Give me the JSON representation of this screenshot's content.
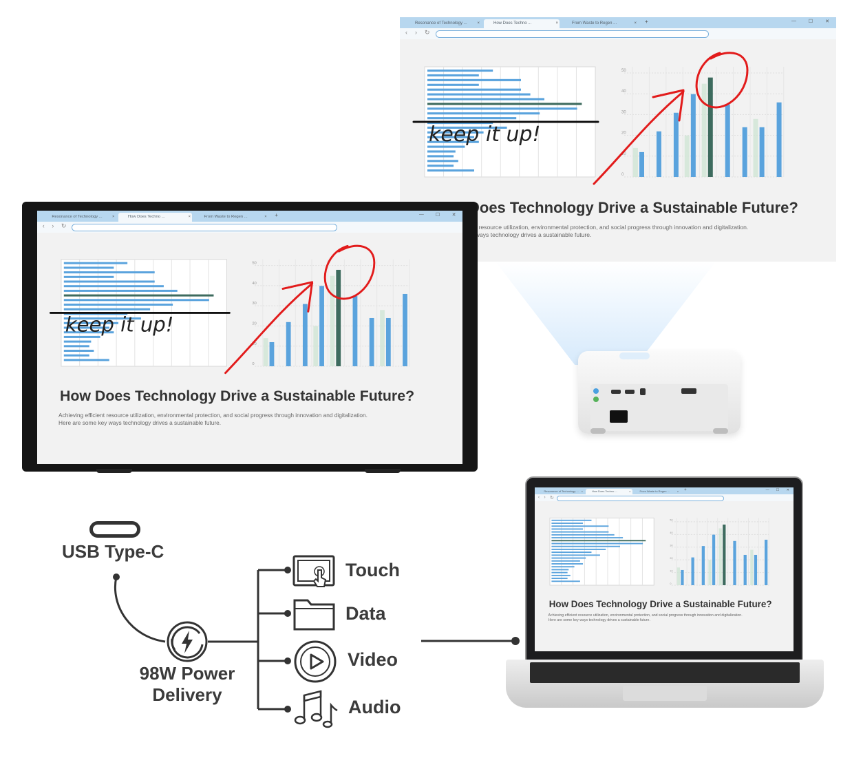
{
  "browser": {
    "tabs": [
      {
        "label": "Resonance of Technology ..."
      },
      {
        "label": "How Does Techno ..."
      },
      {
        "label": "From Waste to Regen ..."
      }
    ],
    "tab_close": "×",
    "tab_new": "+",
    "window_controls": [
      "—",
      "☐",
      "✕"
    ],
    "nav": [
      "‹",
      "›",
      "↻"
    ]
  },
  "page": {
    "annotation": "keep it up!",
    "heading": "How Does Technology Drive a Sustainable Future?",
    "body_lines": [
      "Achieving efficient resource utilization, environmental protection, and social progress through innovation and digitalization.",
      "Here are some key ways technology drives a sustainable future."
    ],
    "projected_heading_visible": "Does Technology Drive a Sustainable Future?",
    "projected_body_lines_visible": [
      "cient resource utilization, environmental protection, and social progress through innovation and digitalization.",
      "key ways technology drives a sustainable future."
    ]
  },
  "chart_data": [
    {
      "type": "bar",
      "orientation": "horizontal",
      "values": [
        70,
        55,
        100,
        55,
        100,
        110,
        125,
        165,
        160,
        120,
        95,
        70,
        85,
        60,
        50,
        55,
        40,
        30,
        28,
        33,
        28,
        50
      ],
      "highlighted_index": 7,
      "colors": {
        "bar": "#5aa3dd",
        "highlight": "#3d6b5e"
      }
    },
    {
      "type": "bar",
      "orientation": "vertical",
      "y_ticks": [
        "0",
        "10",
        "20",
        "30",
        "40",
        "50"
      ],
      "ylim": [
        0,
        50
      ],
      "values": [
        12,
        22,
        31,
        40,
        48,
        35,
        24,
        24,
        36
      ],
      "ghost_values": [
        14,
        null,
        null,
        20,
        45,
        null,
        null,
        28,
        null
      ],
      "highlighted_index": 4,
      "colors": {
        "bar": "#5aa3dd",
        "highlight": "#3d6b5e",
        "ghost": "#cfe5d5"
      }
    }
  ],
  "features": {
    "connector": "USB Type-C",
    "power_lines": [
      "98W Power",
      "Delivery"
    ],
    "items": [
      {
        "label": "Touch",
        "icon": "touch-screen-icon"
      },
      {
        "label": "Data",
        "icon": "folder-icon"
      },
      {
        "label": "Video",
        "icon": "play-icon"
      },
      {
        "label": "Audio",
        "icon": "music-note-icon"
      }
    ]
  },
  "colors": {
    "ink_red": "#e21b1b",
    "accent_blue": "#5aa3dd",
    "dark_green": "#3d6b5e",
    "tabbar": "#b7d7ef",
    "text_dark": "#3b3b3b"
  }
}
